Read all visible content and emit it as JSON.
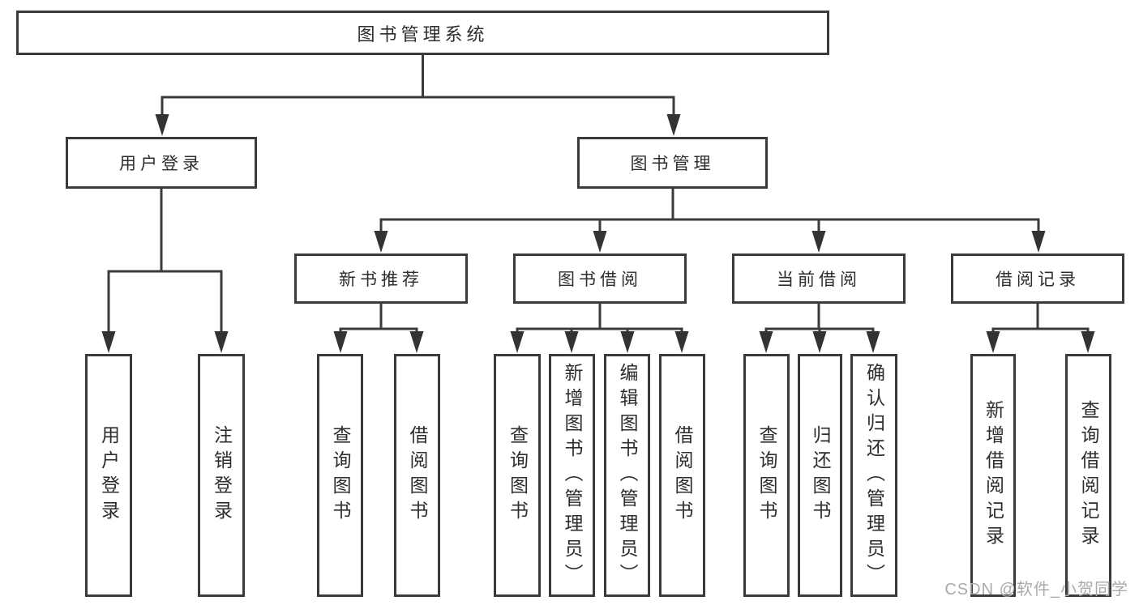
{
  "watermark": "CSDN @软件_小贺同学",
  "colors": {
    "line": "#3b3b3b",
    "border": "#3b3b3b",
    "text": "#2d2d2d",
    "watermark": "#aaaaaa",
    "background": "#ffffff"
  },
  "nodes": {
    "root": {
      "label": "图书管理系统"
    },
    "user_login": {
      "label": "用户登录"
    },
    "book_management": {
      "label": "图书管理"
    },
    "new_book_recommend": {
      "label": "新书推荐"
    },
    "book_borrow": {
      "label": "图书借阅"
    },
    "current_borrow": {
      "label": "当前借阅"
    },
    "borrow_record": {
      "label": "借阅记录"
    },
    "leaf_user_login": {
      "label": "用户登录"
    },
    "leaf_logout": {
      "label": "注销登录"
    },
    "leaf_nb_query": {
      "label": "查询图书"
    },
    "leaf_nb_borrow": {
      "label": "借阅图书"
    },
    "leaf_bb_query": {
      "label": "查询图书"
    },
    "leaf_bb_add": {
      "label": "新增图书（管理员）"
    },
    "leaf_bb_edit": {
      "label": "编辑图书（管理员）"
    },
    "leaf_bb_borrow": {
      "label": "借阅图书"
    },
    "leaf_cb_query": {
      "label": "查询图书"
    },
    "leaf_cb_return": {
      "label": "归还图书"
    },
    "leaf_cb_confirm": {
      "label": "确认归还（管理员）"
    },
    "leaf_br_add": {
      "label": "新增借阅记录"
    },
    "leaf_br_query": {
      "label": "查询借阅记录"
    }
  },
  "hierarchy": {
    "图书管理系统": {
      "用户登录": [
        "用户登录",
        "注销登录"
      ],
      "图书管理": {
        "新书推荐": [
          "查询图书",
          "借阅图书"
        ],
        "图书借阅": [
          "查询图书",
          "新增图书（管理员）",
          "编辑图书（管理员）",
          "借阅图书"
        ],
        "当前借阅": [
          "查询图书",
          "归还图书",
          "确认归还（管理员）"
        ],
        "借阅记录": [
          "新增借阅记录",
          "查询借阅记录"
        ]
      }
    }
  }
}
